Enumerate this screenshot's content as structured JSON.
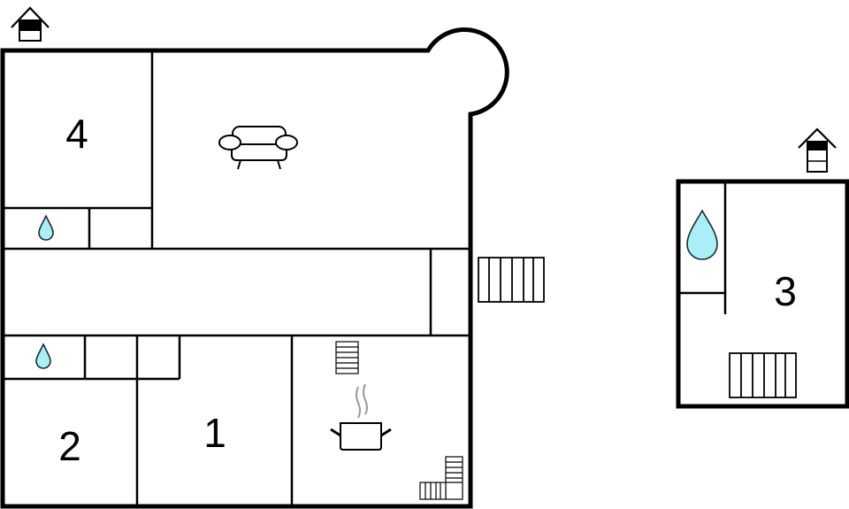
{
  "floor_plan": {
    "rooms": [
      {
        "id": "room-4",
        "label": "4",
        "type": "bedroom"
      },
      {
        "id": "room-1",
        "label": "1",
        "type": "bedroom"
      },
      {
        "id": "room-2",
        "label": "2",
        "type": "bedroom"
      },
      {
        "id": "room-3",
        "label": "3",
        "type": "bedroom"
      }
    ],
    "icons": [
      {
        "name": "entrance-house-icon",
        "location": "top-left of main building"
      },
      {
        "name": "entrance-house-icon",
        "location": "above annex"
      },
      {
        "name": "sofa-icon",
        "location": "living room"
      },
      {
        "name": "water-drop-icon",
        "location": "bathroom near room 4"
      },
      {
        "name": "water-drop-icon",
        "location": "bathroom near room 2"
      },
      {
        "name": "water-drop-icon",
        "location": "annex bathroom"
      },
      {
        "name": "cooking-pot-icon",
        "location": "kitchen"
      },
      {
        "name": "stairs-icon",
        "location": "kitchen, top"
      },
      {
        "name": "stairs-icon",
        "location": "kitchen, bottom-right corner"
      },
      {
        "name": "stairs-icon",
        "location": "outside main building right"
      },
      {
        "name": "stairs-icon",
        "location": "annex"
      }
    ],
    "colors": {
      "wall": "#000000",
      "water": "#aaeef8",
      "steam": "#999999",
      "background": "#ffffff"
    }
  }
}
